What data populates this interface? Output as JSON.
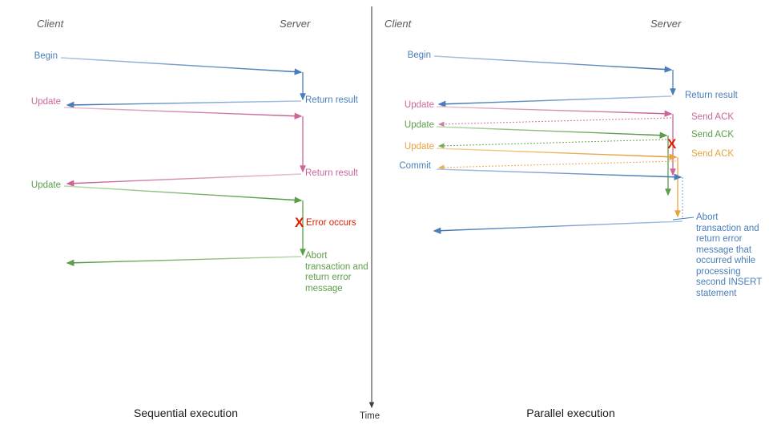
{
  "diagram": {
    "title_left_caption": "Sequential execution",
    "title_right_caption": "Parallel execution",
    "time_axis_label": "Time",
    "colors": {
      "blue": "#4a7ebb",
      "pink": "#cc6699",
      "green": "#5c9e4a",
      "orange": "#e8a33d",
      "red": "#e01b00",
      "header_gray": "#595959",
      "axis_gray": "#404040",
      "caption_black": "#1a1a1a"
    }
  },
  "left_panel": {
    "name": "sequential-execution-panel",
    "header_client": "Client",
    "header_server": "Server",
    "caption": "Sequential execution",
    "client_labels": [
      {
        "text": "Begin",
        "color": "#4a7ebb"
      },
      {
        "text": "Update",
        "color": "#cc6699"
      },
      {
        "text": "Update",
        "color": "#5c9e4a"
      }
    ],
    "server_labels": [
      {
        "text": "Return result",
        "color": "#4a7ebb"
      },
      {
        "text": "Return result",
        "color": "#cc6699"
      },
      {
        "text": "Error occurs",
        "color": "#e01b00"
      },
      {
        "text": "Abort transaction and return error message",
        "color": "#5c9e4a"
      }
    ],
    "error_marker": "X"
  },
  "right_panel": {
    "name": "parallel-execution-panel",
    "header_client": "Client",
    "header_server": "Server",
    "caption": "Parallel execution",
    "client_labels": [
      {
        "text": "Begin",
        "color": "#4a7ebb"
      },
      {
        "text": "Update",
        "color": "#cc6699"
      },
      {
        "text": "Update",
        "color": "#5c9e4a"
      },
      {
        "text": "Update",
        "color": "#e8a33d"
      },
      {
        "text": "Commit",
        "color": "#4a7ebb"
      }
    ],
    "server_labels": [
      {
        "text": "Return result",
        "color": "#4a7ebb"
      },
      {
        "text": "Send ACK",
        "color": "#cc6699"
      },
      {
        "text": "Send ACK",
        "color": "#5c9e4a"
      },
      {
        "text": "Send ACK",
        "color": "#e8a33d"
      },
      {
        "text": "Abort transaction and return error message that occurred while processing second INSERT statement",
        "color": "#4a7ebb"
      }
    ],
    "error_marker": "X"
  }
}
